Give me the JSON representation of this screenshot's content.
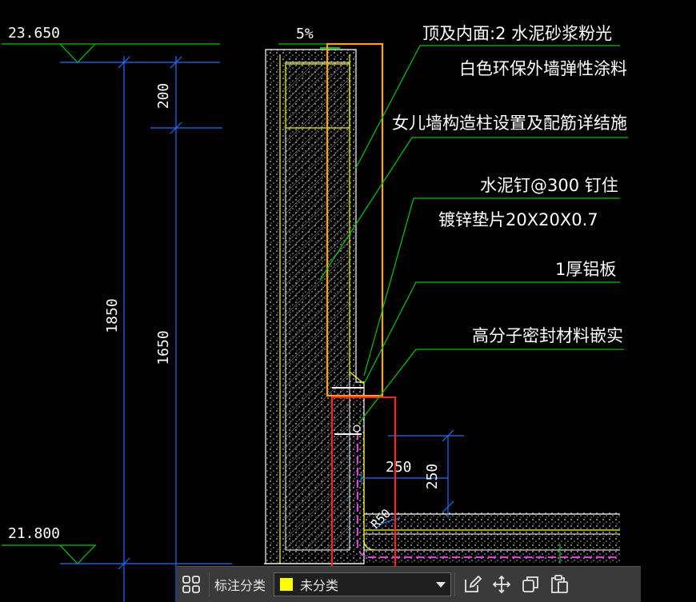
{
  "drawing": {
    "elev_top": "23.650",
    "elev_bottom": "21.800",
    "slope": "5%",
    "dim_1850": "1850",
    "dim_200": "200",
    "dim_1650": "1650",
    "dim_250_h": "250",
    "dim_250_v": "250",
    "dim_r50": "R50",
    "annotations": {
      "a1": "顶及内面:2  水泥砂浆粉光",
      "a2": "白色环保外墙弹性涂料",
      "a3": "女儿墙构造柱设置及配筋详结施",
      "a4": "水泥钉@300   钉住",
      "a5": "镀锌垫片20X20X0.7",
      "a6": "1厚铝板",
      "a7": "高分子密封材料嵌实"
    }
  },
  "toolbar": {
    "label": "标注分类",
    "selected": "未分类",
    "swatch_color": "#ffff00",
    "icons": {
      "grid": "annotation-grid-icon",
      "edit": "edit-icon",
      "move": "move-icon",
      "copy": "copy-icon",
      "paste": "paste-icon"
    }
  },
  "colors": {
    "background": "#000000",
    "dimension": "#1e6fff",
    "leader": "#00c800",
    "wall": "#ffff00",
    "highlight_orange": "#ffa500",
    "highlight_red": "#ff2020",
    "membrane": "#e040e0"
  }
}
